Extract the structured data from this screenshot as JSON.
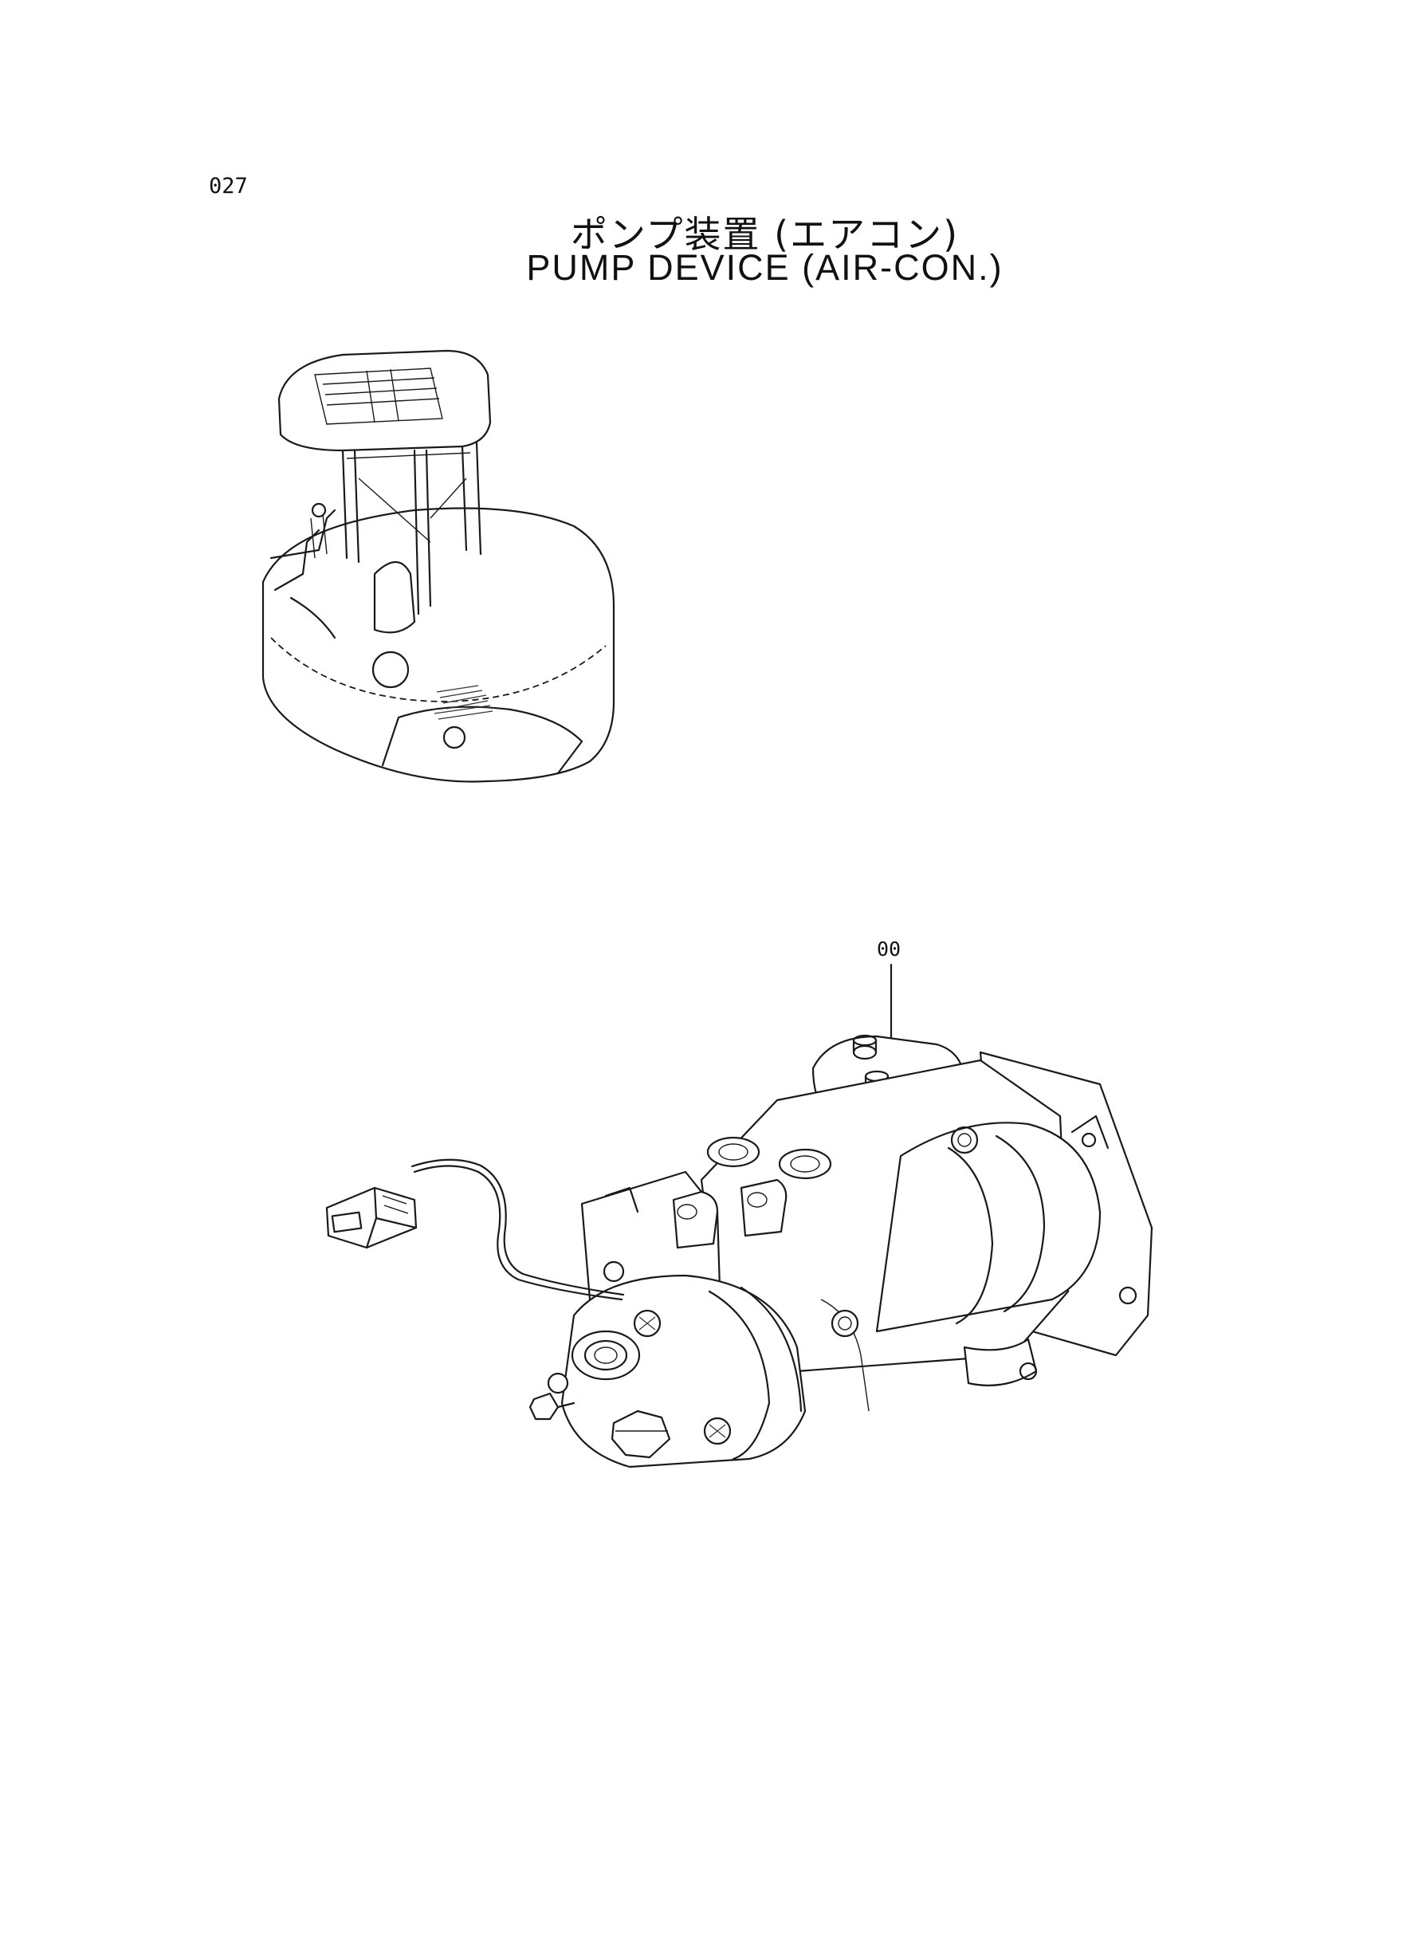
{
  "page": {
    "number": "027",
    "title_ja": "ポンプ装置 (エアコン)",
    "title_en": "PUMP DEVICE (AIR-CON.)"
  },
  "callouts": [
    {
      "label": "00"
    }
  ],
  "illustrations": [
    {
      "icon": "machine-overview-drawing"
    },
    {
      "icon": "pump-device-drawing"
    }
  ]
}
